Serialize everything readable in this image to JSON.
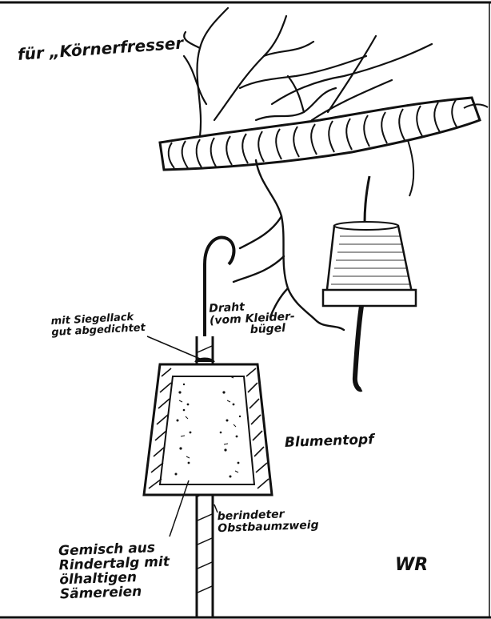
{
  "title": "für „Körnerfresser",
  "labels": {
    "lacquer": [
      "mit Siegellack",
      "gut abgedichtet"
    ],
    "wire": [
      "Draht",
      "(vom Kleider-",
      "bügel"
    ],
    "flowerpot": "Blumentopf",
    "twig": [
      "berindeter",
      "Obstbaumzweig"
    ],
    "mixture": [
      "Gemisch aus",
      "Rindertalg mit",
      "ölhaltigen",
      "Sämereien"
    ]
  },
  "signature": "WR",
  "colors": {
    "ink": "#111111",
    "paper": "#ffffff"
  }
}
